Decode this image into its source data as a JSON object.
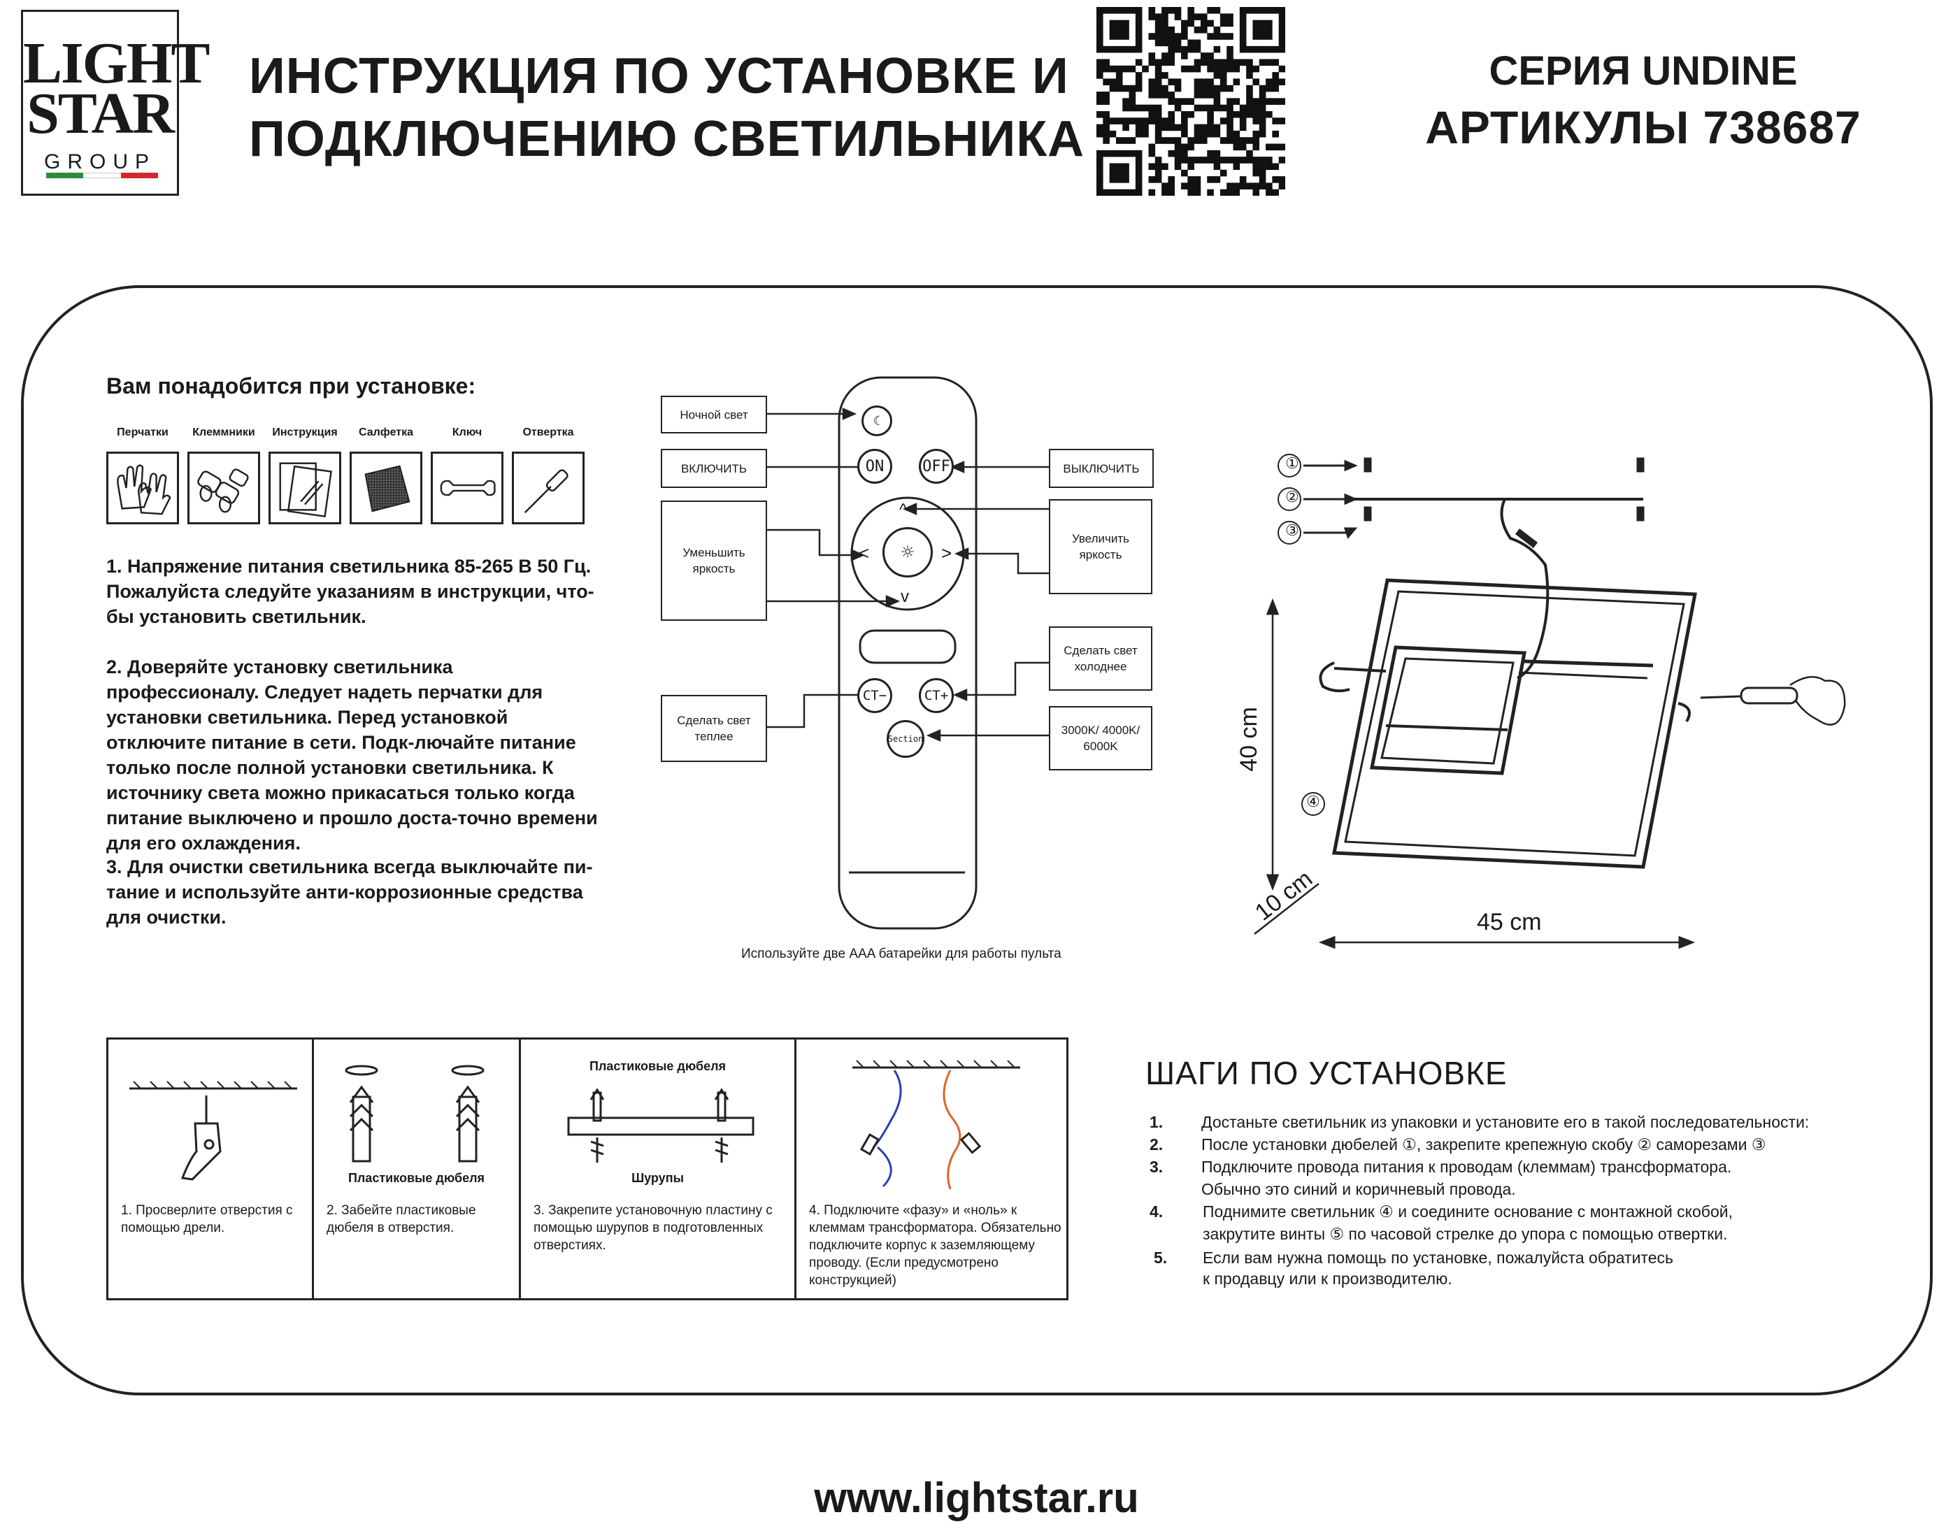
{
  "logo": {
    "line1": "LIGHT",
    "line2": "STAR",
    "line3": "GROUP",
    "flag_colors": [
      "#2e8b3a",
      "#ffffff",
      "#d3272e"
    ]
  },
  "header": {
    "title_line1": "ИНСТРУКЦИЯ ПО УСТАНОВКЕ И",
    "title_line2": "ПОДКЛЮЧЕНИЮ СВЕТИЛЬНИКА",
    "series": "СЕРИЯ UNDINE",
    "articles": "АРТИКУЛЫ 738687"
  },
  "requirements": {
    "heading": "Вам понадобится при установке:",
    "tools": [
      {
        "label": "Перчатки",
        "icon": "gloves-icon"
      },
      {
        "label": "Клеммники",
        "icon": "terminals-icon"
      },
      {
        "label": "Инструкция",
        "icon": "manual-icon"
      },
      {
        "label": "Салфетка",
        "icon": "cloth-icon"
      },
      {
        "label": "Ключ",
        "icon": "wrench-icon"
      },
      {
        "label": "Отвертка",
        "icon": "screwdriver-icon"
      }
    ]
  },
  "notes": [
    "1. Напряжение питания светильника 85-265 В 50 Гц. Пожалуйста следуйте указаниям в инструкции, что-бы установить светильник.",
    "2. Доверяйте установку светильника профессионалу. Следует надеть перчатки для установки светильника. Перед установкой отключите питание в сети. Подк-лючайте питание только после полной установки светильника. К источнику света можно прикасаться только когда питание выключено и прошло доста-точно времени для его охлаждения.",
    "3. Для очистки светильника всегда выключайте пи-тание и используйте анти-коррозионные средства для очистки."
  ],
  "remote": {
    "labels": {
      "night": "Ночной свет",
      "on": "ВКЛЮЧИТЬ",
      "off": "ВЫКЛЮЧИТЬ",
      "dimmer": "Уменьшить яркость",
      "brighter": "Увеличить яркость",
      "colder": "Сделать свет холоднее",
      "warmer": "Сделать свет теплее",
      "temps": "3000K/ 4000K/ 6000K"
    },
    "buttons": {
      "on": "ON",
      "off": "OFF",
      "ct_minus": "CT−",
      "ct_plus": "CT+",
      "section": "Section",
      "up": "^",
      "down": "v",
      "left": "<",
      "right": ">"
    },
    "battery_note": "Используйте две AAA батарейки для работы пульта"
  },
  "product": {
    "markers": [
      "①",
      "②",
      "③",
      "④"
    ],
    "height": "40 cm",
    "depth": "10 cm",
    "width": "45 cm"
  },
  "steps_table": [
    {
      "text": "1. Просверлите отверстия с помощью дрели.",
      "caption": ""
    },
    {
      "text": "2. Забейте пластиковые дюбеля в отверстия.",
      "caption": "Пластиковые дюбеля"
    },
    {
      "text": "3. Закрепите установочную пластину с помощью шурупов в подготовленных отверстиях.",
      "caption_top": "Пластиковые дюбеля",
      "caption": "Шурупы"
    },
    {
      "text": "4. Подключите «фазу» и «ноль» к клеммам трансформатора. Обязательно подключите корпус к заземляющему проводу. (Если предусмотрено конструкцией)",
      "caption": ""
    }
  ],
  "install_steps": {
    "heading": "ШАГИ ПО УСТАНОВКЕ",
    "items": [
      {
        "num": "1.",
        "text": "Достаньте светильник из упаковки и установите его в такой последовательности:"
      },
      {
        "num": "2.",
        "text": "После установки дюбелей ①, закрепите крепежную скобу ② саморезами ③"
      },
      {
        "num": "3.",
        "text": "Подключите провода питания к проводам (клеммам) трансформатора."
      },
      {
        "num": "",
        "text": "Обычно это синий и коричневый провода."
      },
      {
        "num": "4.",
        "text": "Поднимите светильник ④ и соедините основание с монтажной скобой,"
      },
      {
        "num": "",
        "text": "закрутите винты ⑤ по часовой стрелке до упора с помощью отвертки."
      },
      {
        "num": "5.",
        "text": "Если вам нужна помощь по установке, пожалуйста обратитесь"
      },
      {
        "num": "",
        "text": "к продавцу или к производителю."
      }
    ]
  },
  "footer": {
    "website": "www.lightstar.ru"
  }
}
